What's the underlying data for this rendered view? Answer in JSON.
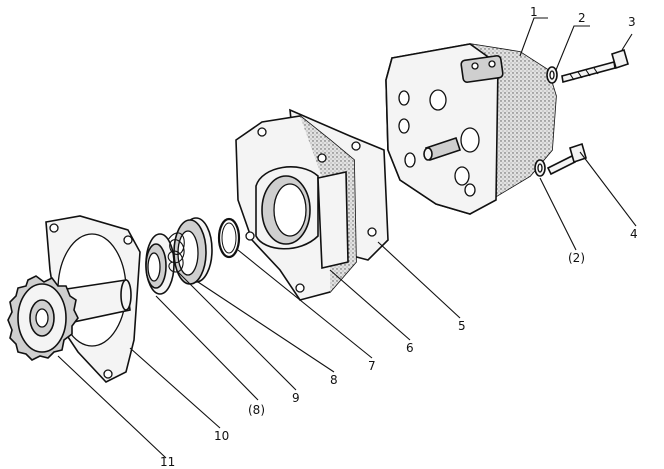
{
  "diagram": {
    "type": "exploded-assembly",
    "callouts": [
      {
        "id": "c1",
        "label": "1"
      },
      {
        "id": "c2",
        "label": "2"
      },
      {
        "id": "c3",
        "label": "3"
      },
      {
        "id": "c4",
        "label": "4"
      },
      {
        "id": "c2b",
        "label": "(2)"
      },
      {
        "id": "c5",
        "label": "5"
      },
      {
        "id": "c6",
        "label": "6"
      },
      {
        "id": "c7",
        "label": "7"
      },
      {
        "id": "c8",
        "label": "8"
      },
      {
        "id": "c9",
        "label": "9"
      },
      {
        "id": "c8b",
        "label": "(8)"
      },
      {
        "id": "c10",
        "label": "10"
      },
      {
        "id": "c11",
        "label": "11"
      }
    ]
  }
}
